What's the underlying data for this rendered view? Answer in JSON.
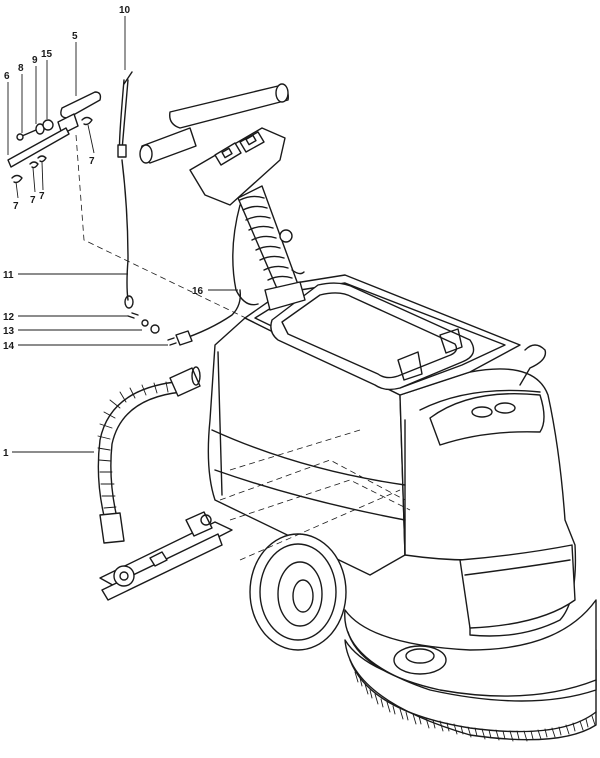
{
  "diagram": {
    "callouts": [
      {
        "id": "c10",
        "label": "10"
      },
      {
        "id": "c5",
        "label": "5"
      },
      {
        "id": "c6",
        "label": "6"
      },
      {
        "id": "c8",
        "label": "8"
      },
      {
        "id": "c9",
        "label": "9"
      },
      {
        "id": "c15",
        "label": "15"
      },
      {
        "id": "c7a",
        "label": "7"
      },
      {
        "id": "c7b",
        "label": "7"
      },
      {
        "id": "c7c",
        "label": "7"
      },
      {
        "id": "c7d",
        "label": "7"
      },
      {
        "id": "c11",
        "label": "11"
      },
      {
        "id": "c16",
        "label": "16"
      },
      {
        "id": "c12",
        "label": "12"
      },
      {
        "id": "c13",
        "label": "13"
      },
      {
        "id": "c14",
        "label": "14"
      },
      {
        "id": "c1",
        "label": "1"
      }
    ],
    "colors": {
      "ink": "#1a1a1a",
      "paper": "#ffffff"
    }
  }
}
